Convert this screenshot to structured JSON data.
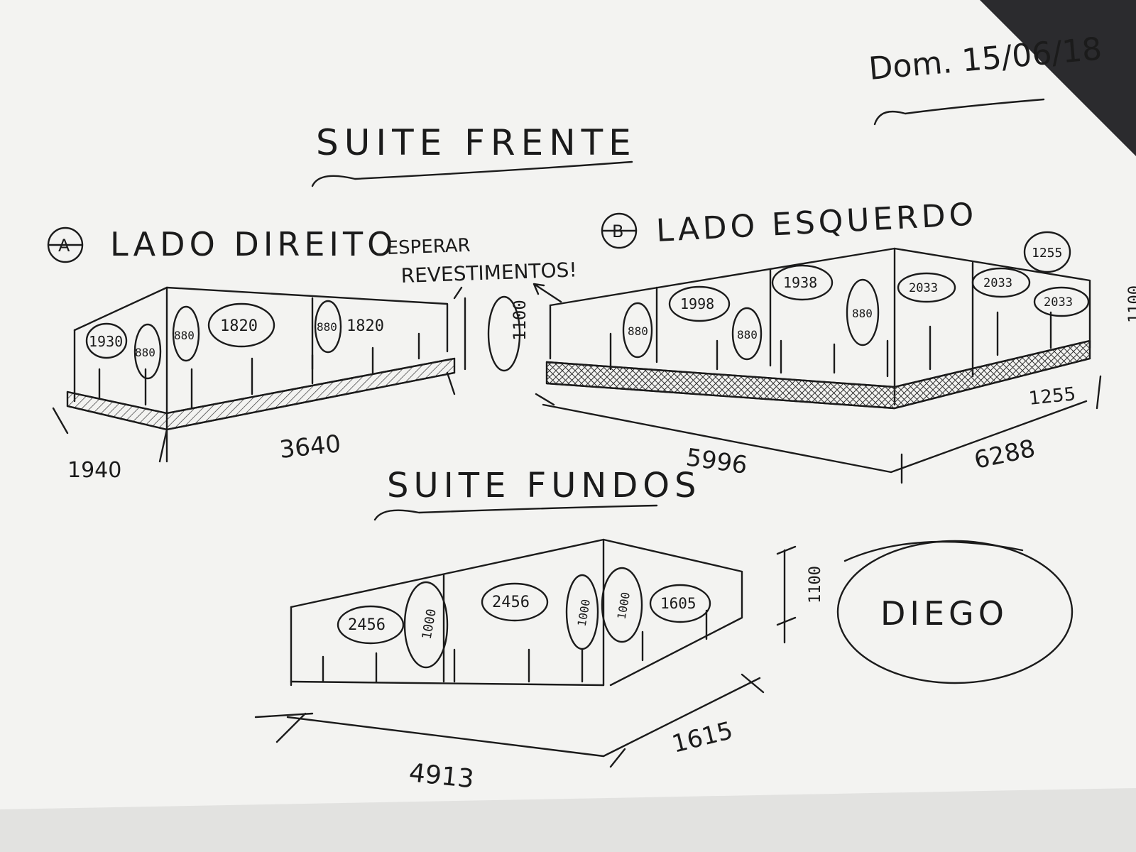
{
  "header": {
    "date": "Dom. 15/06/18"
  },
  "sections": {
    "suite_frente": "SUITE FRENTE",
    "suite_fundos": "SUITE FUNDOS"
  },
  "views": {
    "lado_direito": {
      "marker": "A",
      "label": "LADO DIREITO"
    },
    "lado_esquerdo": {
      "marker": "B",
      "label": "LADO ESQUERDO"
    }
  },
  "notes": {
    "esperar": "ESPERAR",
    "revestimentos": "REVESTIMENTOS!"
  },
  "frente_direito": {
    "wall_labels": [
      "1930",
      "880",
      "880",
      "1820",
      "880",
      "1820"
    ],
    "height": "1100",
    "dims": {
      "side": "1940",
      "length": "3640"
    }
  },
  "frente_esquerdo": {
    "wall_labels": [
      "880",
      "1998",
      "880",
      "1938",
      "880",
      "2033",
      "2033",
      "1255",
      "2033"
    ],
    "height": "1100",
    "dims": {
      "front": "5996",
      "long": "6288",
      "short": "1255"
    }
  },
  "fundos": {
    "wall_labels": [
      "2456",
      "1000",
      "2456",
      "1000",
      "1000",
      "1605"
    ],
    "height": "1100",
    "dims": {
      "length": "4913",
      "side": "1615"
    }
  },
  "signature": "DIEGO"
}
